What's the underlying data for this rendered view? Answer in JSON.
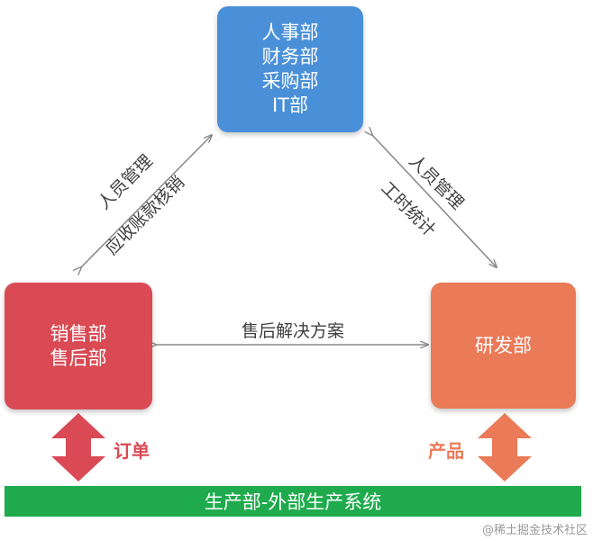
{
  "colors": {
    "top_box": "#4a90d9",
    "left_box": "#d94a55",
    "right_box": "#ea7a58",
    "bar": "#1fab4d",
    "line": "#8a8a8a"
  },
  "departments": {
    "top": [
      "人事部",
      "财务部",
      "采购部",
      "IT部"
    ],
    "left": [
      "销售部",
      "售后部"
    ],
    "right": [
      "研发部"
    ]
  },
  "connections": {
    "left_top": [
      "人员管理",
      "应收账款核销"
    ],
    "right_top": [
      "人员管理",
      "工时统计"
    ],
    "left_right": "售后解决方案"
  },
  "flows": {
    "order": "订单",
    "product": "产品"
  },
  "bottom_bar": "生产部-外部生产系统",
  "watermark": "@稀土掘金技术社区"
}
